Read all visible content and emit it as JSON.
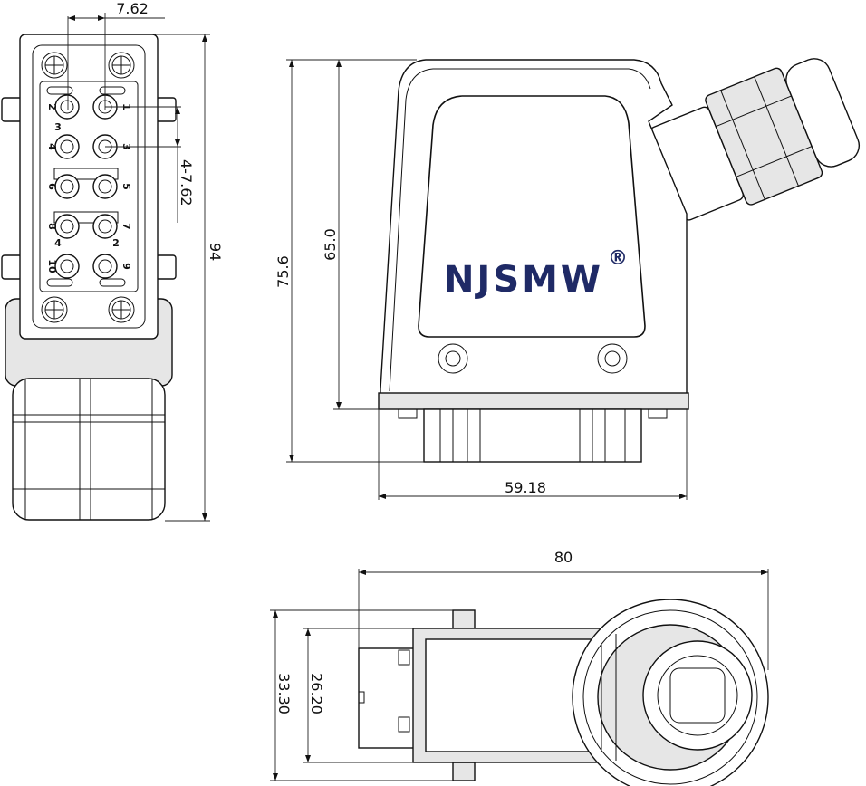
{
  "brand": {
    "name": "NJSMW",
    "mark": "®",
    "color": "#1f2a66"
  },
  "dimensions": {
    "pin_pitch": "7.62",
    "pin_pitch_vertical": "4-7.62",
    "front_height": "94",
    "side_height_total": "75.6",
    "side_height_body": "65.0",
    "side_base_width": "59.18",
    "top_length": "80",
    "top_width_outer": "33.30",
    "top_width_inner": "26.20"
  },
  "pin_labels": {
    "left": [
      "2",
      "4",
      "6",
      "8",
      "10"
    ],
    "right": [
      "1",
      "3",
      "5",
      "7",
      "9"
    ],
    "small": [
      "3",
      "4",
      "2"
    ]
  },
  "colors": {
    "line": "#111111",
    "shade": "#e6e6e6"
  }
}
